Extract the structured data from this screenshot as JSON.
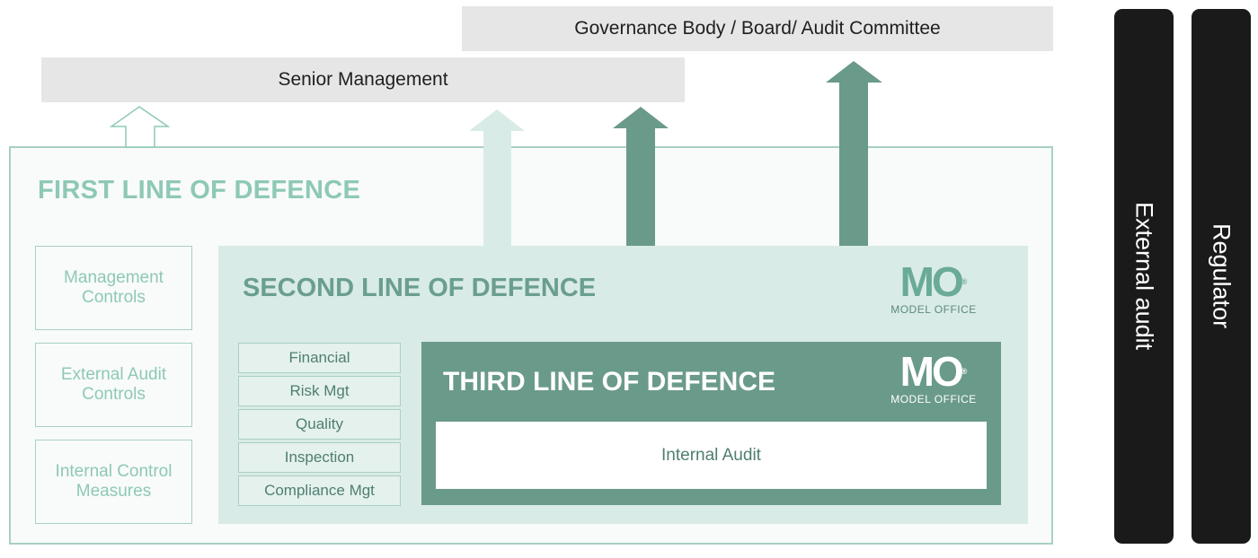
{
  "governance": {
    "label": "Governance Body / Board/ Audit Committee"
  },
  "senior_management": {
    "label": "Senior Management"
  },
  "first_line": {
    "title": "FIRST LINE OF DEFENCE",
    "controls": [
      "Management\nControls",
      "External Audit\nControls",
      "Internal Control\nMeasures"
    ]
  },
  "second_line": {
    "title": "SECOND LINE OF DEFENCE",
    "functions": [
      "Financial",
      "Risk Mgt",
      "Quality",
      "Inspection",
      "Compliance Mgt"
    ]
  },
  "third_line": {
    "title": "THIRD LINE OF DEFENCE",
    "internal_audit": "Internal Audit"
  },
  "logo": {
    "mark": "MO",
    "registered": "®",
    "text": "MODEL OFFICE"
  },
  "side": {
    "external_audit": "External audit",
    "regulator": "Regulator"
  },
  "colors": {
    "light_border": "#a8d0c4",
    "light_text": "#8ec8b6",
    "second_bg": "#d9ebe6",
    "third_bg": "#6a9a8a",
    "bar_grey": "#e6e6e6",
    "side_black": "#1a1a1a"
  }
}
